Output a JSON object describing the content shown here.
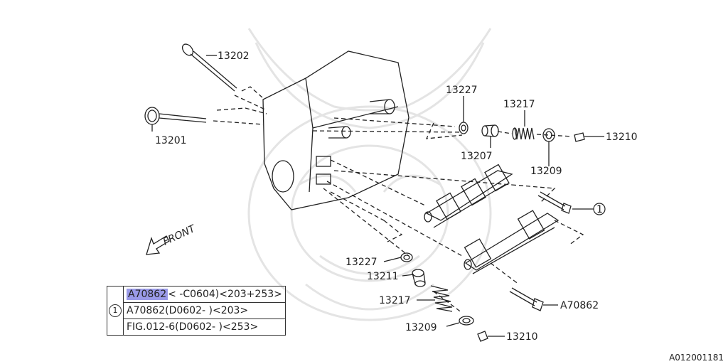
{
  "watermark": "samurai-mask-watermark",
  "labels": {
    "p13202": "13202",
    "p13201": "13201",
    "p13227a": "13227",
    "p13217a": "13217",
    "p13207": "13207",
    "p13209a": "13209",
    "p13210a": "13210",
    "ref1": "1",
    "pA70862": "A70862",
    "p13227b": "13227",
    "p13211": "13211",
    "p13217b": "13217",
    "p13209b": "13209",
    "p13210b": "13210",
    "front": "FRONT"
  },
  "legend": {
    "marker": "1",
    "rows": [
      {
        "part": "A70862",
        "rest": "< -C0604)<203+253>",
        "highlight": true
      },
      {
        "part": "A70862",
        "rest": "(D0602- )<203>",
        "highlight": false
      },
      {
        "part": "FIG.012-6",
        "rest": "(D0602- )<253>",
        "highlight": false
      }
    ]
  },
  "figure_id": "A012001181",
  "colors": {
    "line": "#222222",
    "highlight": "#9a9ae8",
    "watermark": "#e6e6e6"
  }
}
